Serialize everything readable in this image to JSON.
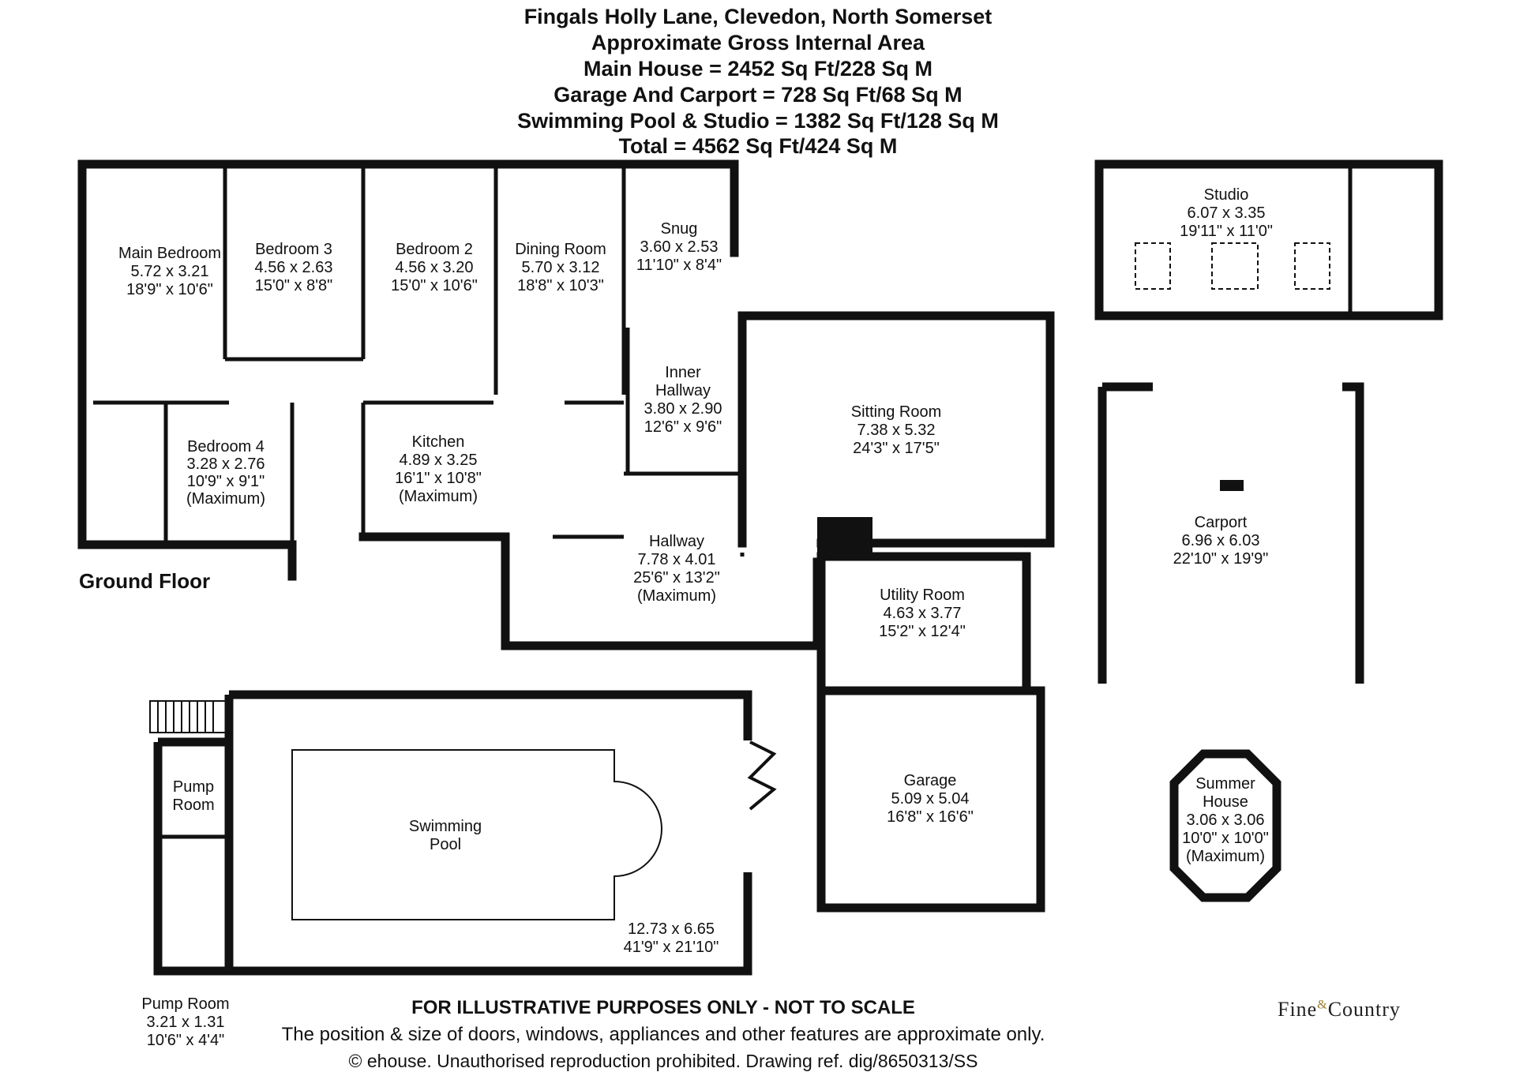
{
  "header": {
    "line1": "Fingals Holly Lane, Clevedon, North Somerset",
    "line2": "Approximate Gross Internal Area",
    "line3": "Main House = 2452 Sq Ft/228 Sq M",
    "line4": "Garage And Carport = 728 Sq Ft/68 Sq M",
    "line5": "Swimming Pool & Studio = 1382 Sq Ft/128 Sq M",
    "line6": "Total = 4562 Sq Ft/424 Sq M"
  },
  "floor_label": "Ground Floor",
  "rooms": {
    "main_bedroom": {
      "name": "Main Bedroom",
      "metric": "5.72 x 3.21",
      "imperial": "18'9\" x 10'6\""
    },
    "bedroom3": {
      "name": "Bedroom 3",
      "metric": "4.56 x 2.63",
      "imperial": "15'0\" x 8'8\""
    },
    "bedroom2": {
      "name": "Bedroom 2",
      "metric": "4.56 x 3.20",
      "imperial": "15'0\" x 10'6\""
    },
    "dining": {
      "name": "Dining Room",
      "metric": "5.70 x 3.12",
      "imperial": "18'8\" x 10'3\""
    },
    "snug": {
      "name": "Snug",
      "metric": "3.60 x 2.53",
      "imperial": "11'10\" x 8'4\""
    },
    "inner_hallway": {
      "name1": "Inner",
      "name2": "Hallway",
      "metric": "3.80 x 2.90",
      "imperial": "12'6\" x 9'6\""
    },
    "sitting": {
      "name": "Sitting Room",
      "metric": "7.38 x 5.32",
      "imperial": "24'3\" x 17'5\""
    },
    "bedroom4": {
      "name": "Bedroom 4",
      "metric": "3.28 x 2.76",
      "imperial": "10'9\" x 9'1\"",
      "note": "(Maximum)"
    },
    "kitchen": {
      "name": "Kitchen",
      "metric": "4.89 x 3.25",
      "imperial": "16'1\" x 10'8\"",
      "note": "(Maximum)"
    },
    "hallway": {
      "name": "Hallway",
      "metric": "7.78 x 4.01",
      "imperial": "25'6\" x 13'2\"",
      "note": "(Maximum)"
    },
    "utility": {
      "name": "Utility Room",
      "metric": "4.63 x 3.77",
      "imperial": "15'2\" x 12'4\""
    },
    "garage": {
      "name": "Garage",
      "metric": "5.09 x 5.04",
      "imperial": "16'8\" x 16'6\""
    },
    "studio": {
      "name": "Studio",
      "metric": "6.07 x 3.35",
      "imperial": "19'11\" x 11'0\""
    },
    "carport": {
      "name": "Carport",
      "metric": "6.96 x 6.03",
      "imperial": "22'10\" x 19'9\""
    },
    "summer_house": {
      "name1": "Summer",
      "name2": "House",
      "metric": "3.06 x 3.06",
      "imperial": "10'0\" x 10'0\"",
      "note": "(Maximum)"
    },
    "swimming_pool": {
      "name1": "Swimming",
      "name2": "Pool",
      "metric": "12.73 x 6.65",
      "imperial": "41'9\" x 21'10\""
    },
    "pump_room_upper": {
      "name1": "Pump",
      "name2": "Room"
    },
    "pump_room_lower": {
      "name": "Pump Room",
      "metric": "3.21 x 1.31",
      "imperial": "10'6\" x 4'4\""
    }
  },
  "footer": {
    "line1": "FOR ILLUSTRATIVE PURPOSES ONLY - NOT TO SCALE",
    "line2": "The position & size of doors, windows, appliances and other features are approximate only.",
    "line3": "© ehouse. Unauthorised reproduction prohibited. Drawing ref. dig/8650313/SS"
  },
  "logo": {
    "left": "Fine",
    "amp": "&",
    "right": "Country"
  }
}
